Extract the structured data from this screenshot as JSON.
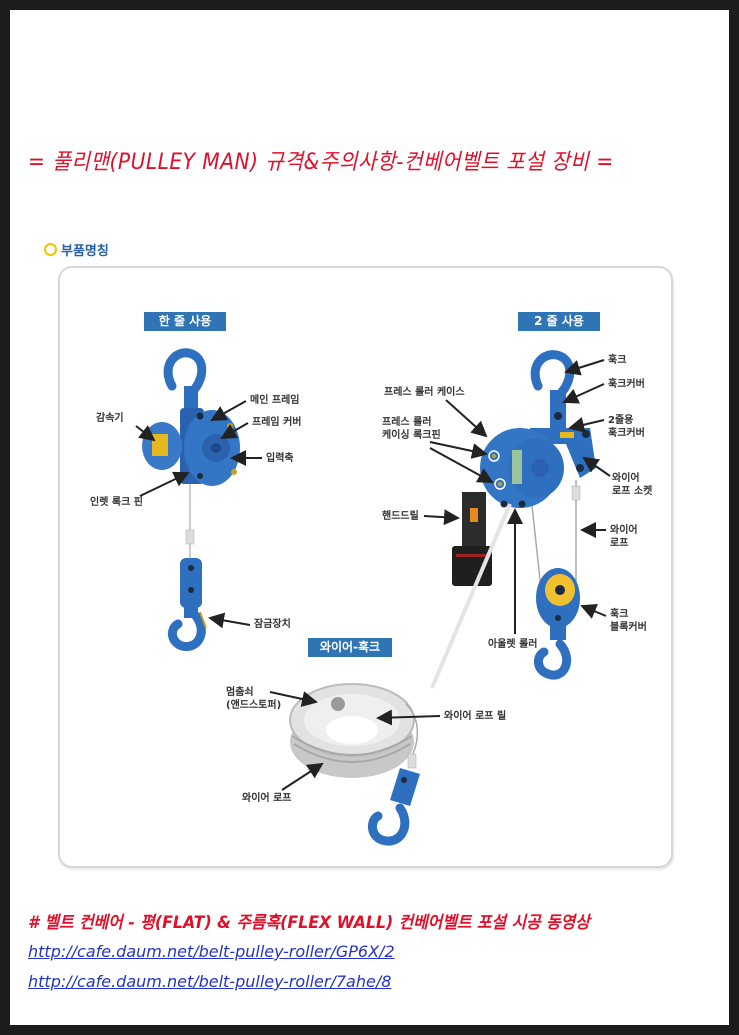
{
  "header": {
    "title": "= 풀리맨(PULLEY MAN) 규격&주의사항-컨베어벨트 포설 장비 ="
  },
  "section": {
    "label": "부품명칭",
    "bullet_color": "#f2c400"
  },
  "diagram": {
    "tags": {
      "single_line": "한 줄 사용",
      "double_line": "2 줄 사용",
      "wire_hook": "와이어-훅크"
    },
    "single_line_labels": {
      "main_frame": "메인 프레임",
      "frame_cover": "프레임 커버",
      "reducer": "감속기",
      "input_shaft": "입력축",
      "inlet_lock_pin": "인렛 록크 핀",
      "locking_device": "잠금장치"
    },
    "double_line_labels": {
      "hook": "훅크",
      "hook_cover": "훅크커버",
      "press_roller_case": "프레스 롤러 케이스",
      "press_roller_lock_pin_line1": "프레스 롤러",
      "press_roller_lock_pin_line2": "케이싱 록크핀",
      "double_hook_cover_line1": "2줄용",
      "double_hook_cover_line2": "훅크커버",
      "wire_rope_socket_line1": "와이어",
      "wire_rope_socket_line2": "로프 소켓",
      "hand_drill": "핸드드릴",
      "wire_rope_line1": "와이어",
      "wire_rope_line2": "로프",
      "hook_block_cover_line1": "훅크",
      "hook_block_cover_line2": "블록커버",
      "outlet_roller": "아울렛 롤러"
    },
    "wire_hook_labels": {
      "end_stopper_line1": "멈춤쇠",
      "end_stopper_line2": "(앤드스토퍼)",
      "wire_rope_reel": "와이어 로프 릴",
      "wire_rope": "와이어 로프"
    }
  },
  "footer": {
    "heading": "# 벨트 컨베어 - 평(FLAT) & 주름혹(FLEX WALL) 컨베어벨트 포설 시공 동영상",
    "links": [
      "http://cafe.daum.net/belt-pulley-roller/GP6X/2",
      "http://cafe.daum.net/belt-pulley-roller/7ahe/8"
    ]
  },
  "colors": {
    "title_red": "#e0102a",
    "tag_blue": "#2f74b5",
    "equipment_blue": "#2f6fc0",
    "link_blue": "#2233cc"
  }
}
